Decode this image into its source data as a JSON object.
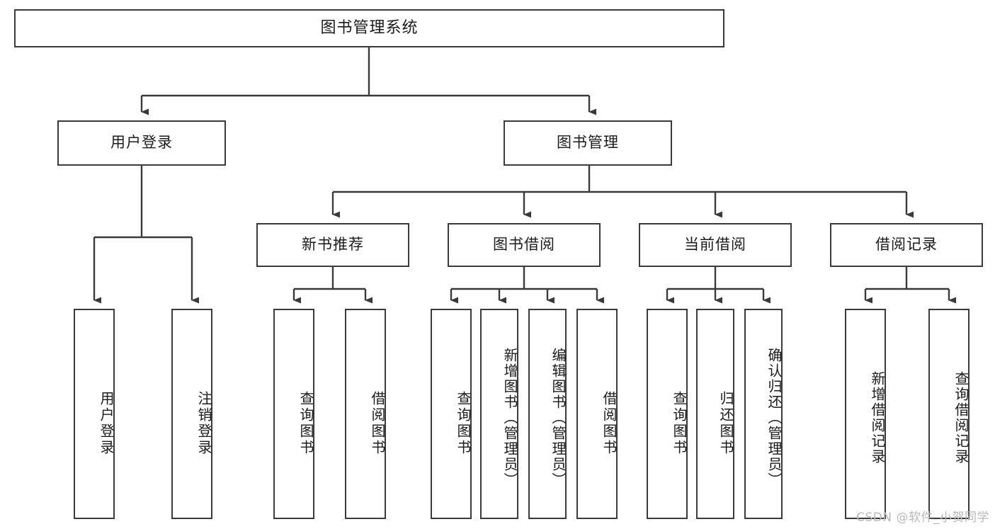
{
  "diagram": {
    "title": "图书管理系统",
    "type": "tree",
    "watermark": "CSDN @软件_小贺同学",
    "colors": {
      "stroke": "#3a3a3a",
      "fill": "#ffffff",
      "text": "#1b1b1b",
      "watermark": "#b9b9b9"
    },
    "root": {
      "label": "图书管理系统"
    },
    "level2": [
      {
        "label": "用户登录"
      },
      {
        "label": "图书管理"
      }
    ],
    "level3": [
      {
        "label": "新书推荐"
      },
      {
        "label": "图书借阅"
      },
      {
        "label": "当前借阅"
      },
      {
        "label": "借阅记录"
      }
    ],
    "leaves": {
      "user_login": [
        {
          "label": "用户登录"
        },
        {
          "label": "注销登录"
        }
      ],
      "new_book": [
        {
          "label": "查询图书"
        },
        {
          "label": "借阅图书"
        }
      ],
      "book_borrow": [
        {
          "label": "查询图书"
        },
        {
          "label": "新增图书（管理员）"
        },
        {
          "label": "编辑图书（管理员）"
        },
        {
          "label": "借阅图书"
        }
      ],
      "current_borrow": [
        {
          "label": "查询图书"
        },
        {
          "label": "归还图书"
        },
        {
          "label": "确认归还（管理员）"
        }
      ],
      "borrow_record": [
        {
          "label": "新增借阅记录"
        },
        {
          "label": "查询借阅记录"
        }
      ]
    }
  }
}
